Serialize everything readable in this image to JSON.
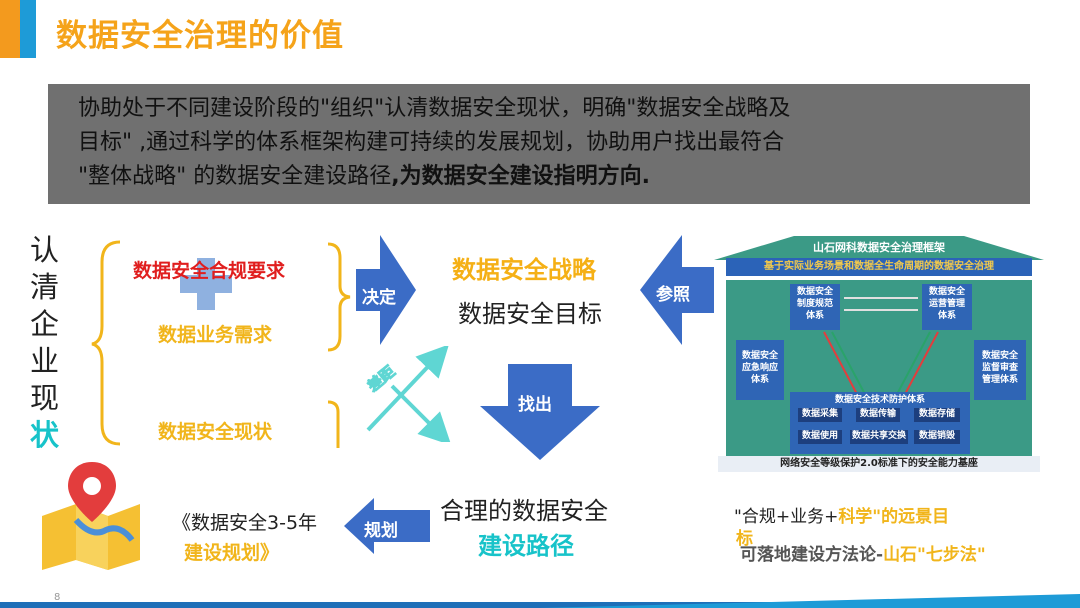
{
  "title": "数据安全治理的价值",
  "intro": {
    "line1": "协助处于不同建设阶段的\"组织\"认清数据安全现状，明确\"数据安全战略及",
    "line2": "目标\"  ,通过科学的体系框架构建可持续的发展规划，协助用户找出最符合",
    "line3a": "\"整体战略\" 的数据安全建设路径",
    "line3b": ",为数据安全建设指明方向."
  },
  "left_vertical": {
    "chars": [
      "认",
      "清",
      "企",
      "业",
      "现"
    ],
    "last": "状"
  },
  "inputs": {
    "compliance": "数据安全合规要求",
    "business": "数据业务需求",
    "status": "数据安全现状"
  },
  "arrows": {
    "decide": "决定",
    "refer": "参照",
    "find": "找出",
    "plan": "规划",
    "gap": "差距"
  },
  "center": {
    "strategy": "数据安全战略",
    "goal": "数据安全目标",
    "path_line1": "合理的数据安全",
    "path_line2": "建设路径"
  },
  "plan_output": {
    "line1": "《数据安全3-5年",
    "line2": "建设规划》"
  },
  "framework": {
    "title": "山石网科数据安全治理框架",
    "band": "基于实际业务场景和数据全生命周期的数据安全治理",
    "box_policy": "数据安全\n制度规范\n体系",
    "box_ops": "数据安全\n运营管理\n体系",
    "box_emergency": "数据安全\n应急响应\n体系",
    "box_audit": "数据安全\n监督审查\n管理体系",
    "tech": "数据安全技术防护体系",
    "cells": [
      "数据采集",
      "数据传输",
      "数据存储",
      "数据使用",
      "数据共享交换",
      "数据销毁"
    ],
    "base": "网络安全等级保护2.0标准下的安全能力基座"
  },
  "caption": {
    "part1": "\"合规+业务+",
    "part2": "科学\"的远景目",
    "part3": "标",
    "line2a": "可落地建设方法论-",
    "line2b": "山石\"七步法\""
  },
  "page_number": "8",
  "colors": {
    "accent_orange": "#f5a31a",
    "blue": "#2f65b5",
    "cyan": "#17c3c9",
    "red": "#e01e1e"
  }
}
